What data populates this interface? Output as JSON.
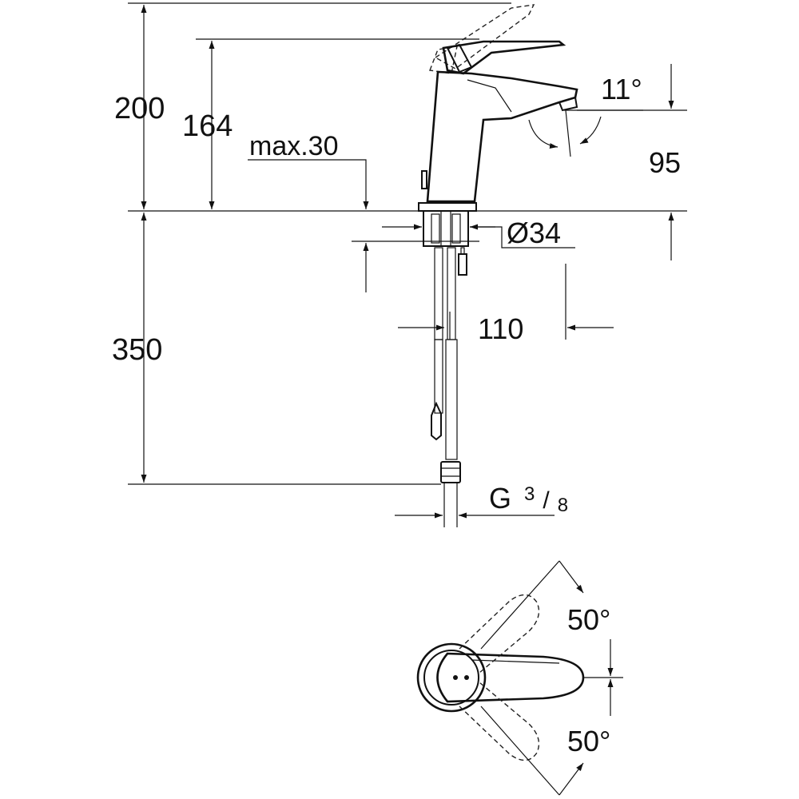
{
  "dimensions": {
    "total_height": "200",
    "handle_height": "164",
    "max_thickness": "max.30",
    "spout_angle": "11°",
    "spout_height": "95",
    "hole_diameter": "Ø34",
    "spout_reach": "110",
    "hose_length": "350",
    "connection": "G",
    "connection_fraction_num": "3",
    "connection_fraction_sep": "/",
    "connection_fraction_den": "8",
    "rotation_up": "50°",
    "rotation_down": "50°"
  },
  "colors": {
    "line": "#111111",
    "background": "#ffffff"
  }
}
